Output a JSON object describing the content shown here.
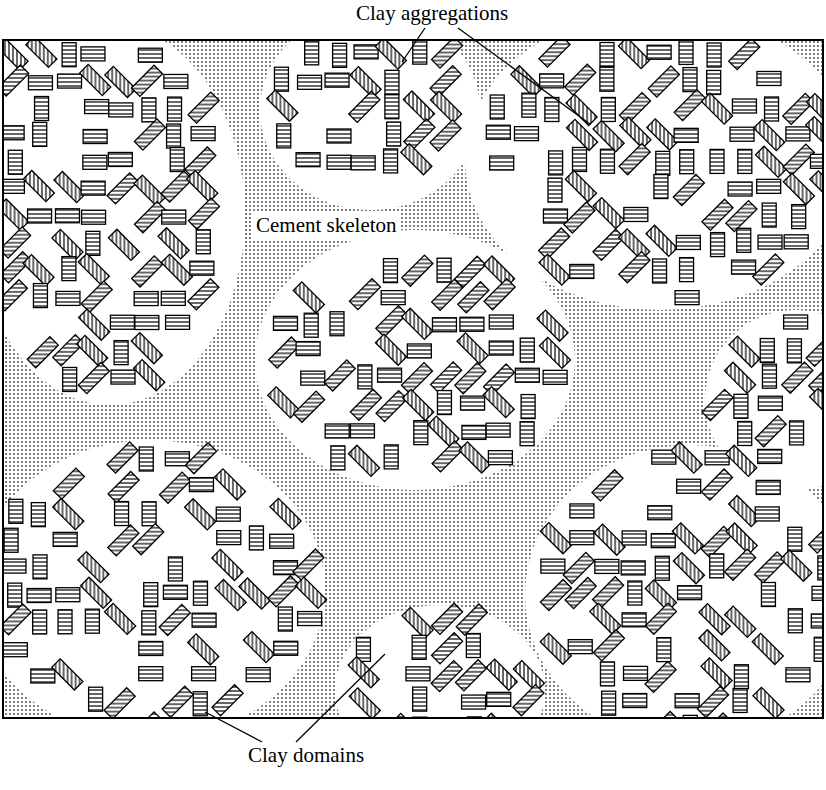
{
  "diagram": {
    "labels": [
      "Clay aggregations",
      "Cement skeleton",
      "Clay domains"
    ]
  }
}
